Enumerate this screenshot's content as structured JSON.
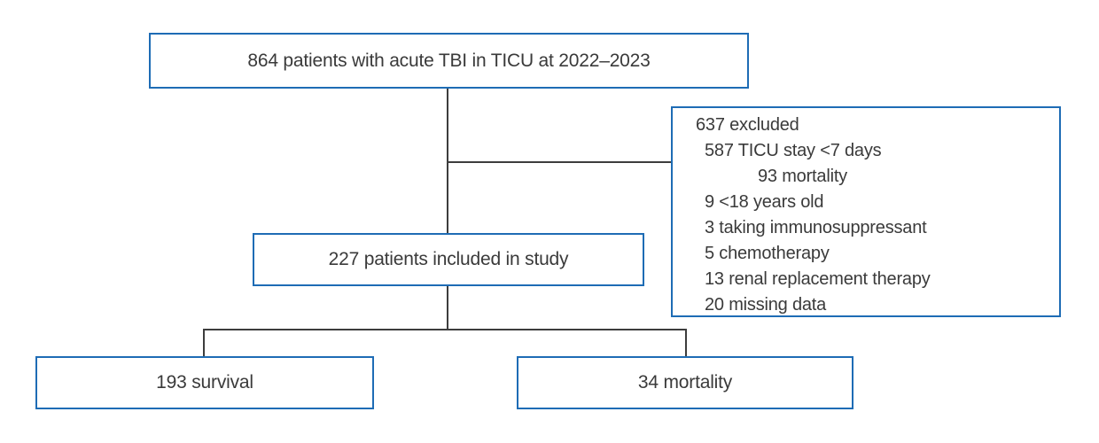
{
  "figure": {
    "background_color": "#ffffff",
    "box_border_color": "#1e6cb5",
    "connector_color": "#3d3d3d",
    "text_color": "#3a3a3a"
  },
  "flowchart": {
    "type": "patient-flow-diagram",
    "nodes": {
      "enrollment": {
        "label": "864 patients with acute TBI in TICU at 2022–2023"
      },
      "included": {
        "label": "227 patients included in study"
      },
      "survival": {
        "label": "193 survival"
      },
      "mortality": {
        "label": "34 mortality"
      }
    },
    "exclusion_box": {
      "lines": [
        {
          "text": "637 excluded",
          "indent": 0
        },
        {
          "text": "587 TICU stay <7 days",
          "indent": 1
        },
        {
          "text": "93 mortality",
          "indent": 2
        },
        {
          "text": "9 <18 years old",
          "indent": 1
        },
        {
          "text": "3 taking immunosuppressant",
          "indent": 1
        },
        {
          "text": "5 chemotherapy",
          "indent": 1
        },
        {
          "text": "13 renal replacement therapy",
          "indent": 1
        },
        {
          "text": "20 missing data",
          "indent": 1
        }
      ]
    }
  }
}
